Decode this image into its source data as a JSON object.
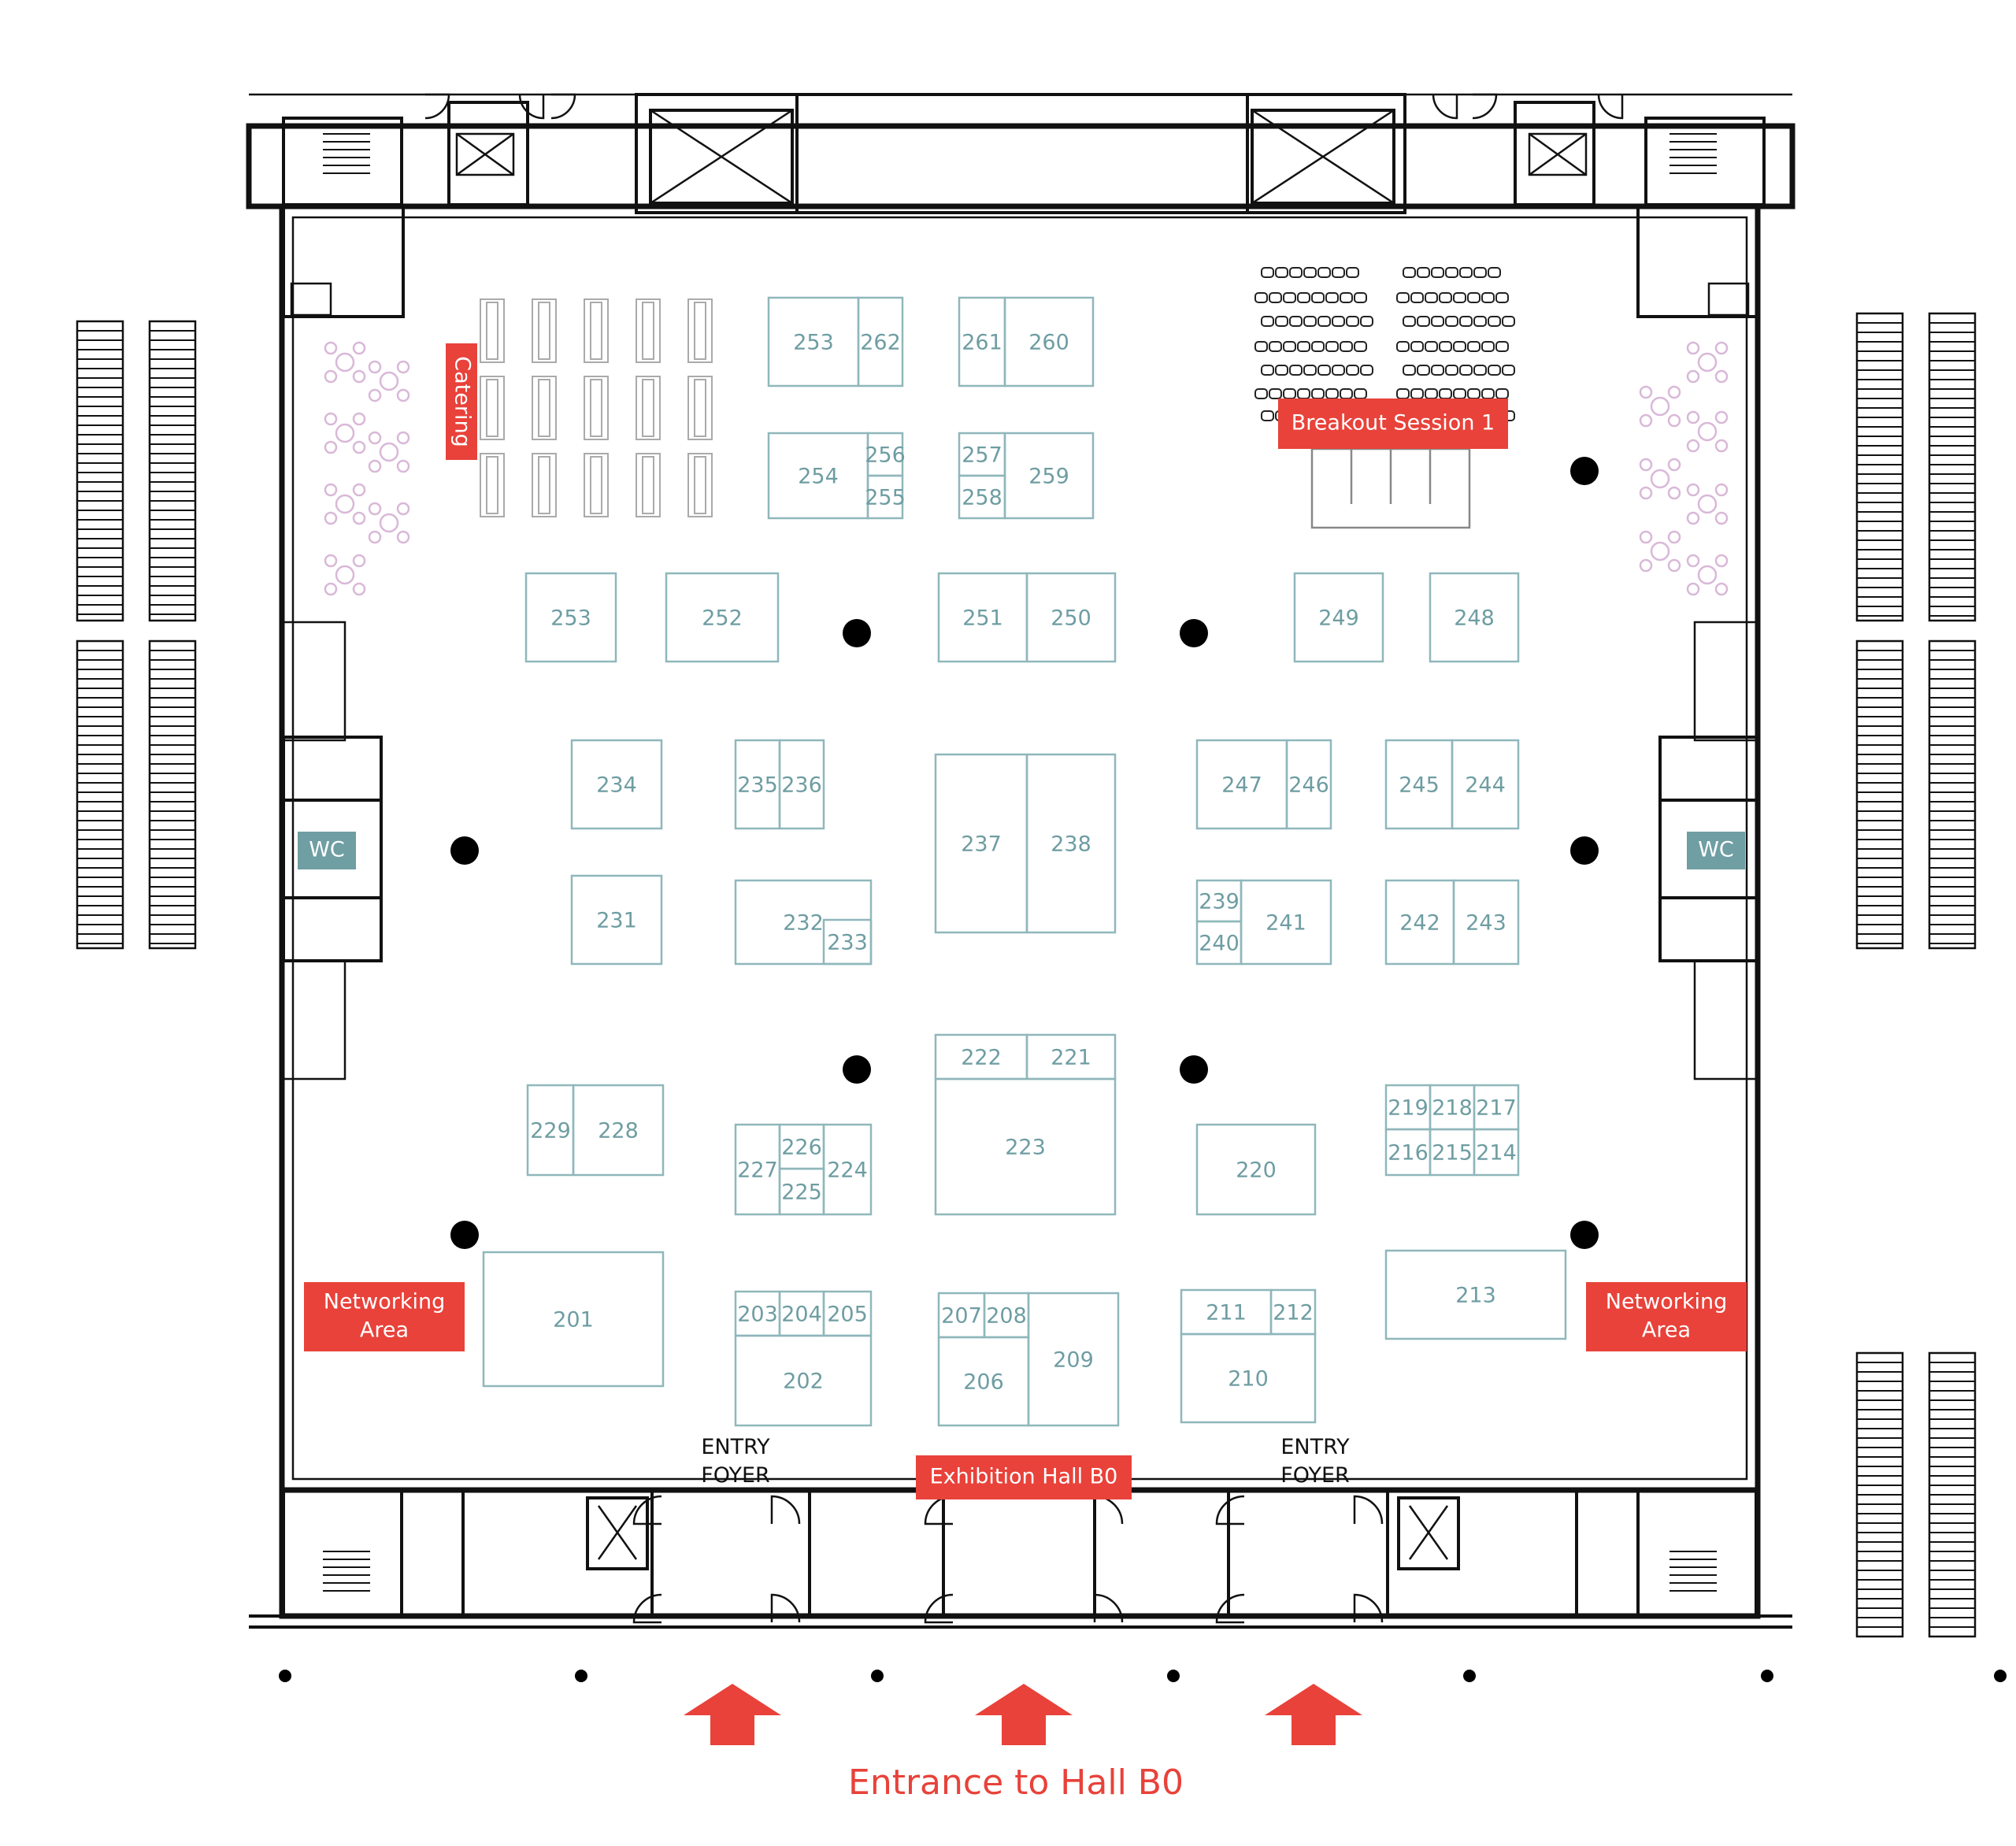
{
  "booths": [
    {
      "id": "253"
    },
    {
      "id": "262"
    },
    {
      "id": "261"
    },
    {
      "id": "260"
    },
    {
      "id": "254"
    },
    {
      "id": "256"
    },
    {
      "id": "255"
    },
    {
      "id": "257"
    },
    {
      "id": "258"
    },
    {
      "id": "259"
    },
    {
      "id": "253"
    },
    {
      "id": "252"
    },
    {
      "id": "251"
    },
    {
      "id": "250"
    },
    {
      "id": "249"
    },
    {
      "id": "248"
    },
    {
      "id": "234"
    },
    {
      "id": "235"
    },
    {
      "id": "236"
    },
    {
      "id": "237"
    },
    {
      "id": "238"
    },
    {
      "id": "247"
    },
    {
      "id": "246"
    },
    {
      "id": "245"
    },
    {
      "id": "244"
    },
    {
      "id": "231"
    },
    {
      "id": "232"
    },
    {
      "id": "233"
    },
    {
      "id": "239"
    },
    {
      "id": "240"
    },
    {
      "id": "241"
    },
    {
      "id": "242"
    },
    {
      "id": "243"
    },
    {
      "id": "222"
    },
    {
      "id": "221"
    },
    {
      "id": "223"
    },
    {
      "id": "229"
    },
    {
      "id": "228"
    },
    {
      "id": "226"
    },
    {
      "id": "227"
    },
    {
      "id": "225"
    },
    {
      "id": "224"
    },
    {
      "id": "220"
    },
    {
      "id": "219"
    },
    {
      "id": "218"
    },
    {
      "id": "217"
    },
    {
      "id": "216"
    },
    {
      "id": "215"
    },
    {
      "id": "214"
    },
    {
      "id": "201"
    },
    {
      "id": "203"
    },
    {
      "id": "204"
    },
    {
      "id": "205"
    },
    {
      "id": "202"
    },
    {
      "id": "207"
    },
    {
      "id": "208"
    },
    {
      "id": "206"
    },
    {
      "id": "209"
    },
    {
      "id": "211"
    },
    {
      "id": "212"
    },
    {
      "id": "210"
    },
    {
      "id": "213"
    }
  ],
  "labels": {
    "catering": "Catering",
    "breakout": "Breakout Session 1",
    "networking_left": [
      "Networking",
      "Area"
    ],
    "networking_right": [
      "Networking",
      "Area"
    ],
    "wc_left": "WC",
    "wc_right": "WC",
    "hall": "Exhibition Hall B0",
    "foyer_left": [
      "ENTRY",
      "FOYER"
    ],
    "foyer_right": [
      "ENTRY",
      "FOYER"
    ],
    "entrance": "Entrance to Hall B0"
  },
  "colors": {
    "accent_red": "#e8423a",
    "booth_teal": "#6e9da2",
    "wc_teal": "#6f9ea3",
    "wall": "#111111"
  }
}
